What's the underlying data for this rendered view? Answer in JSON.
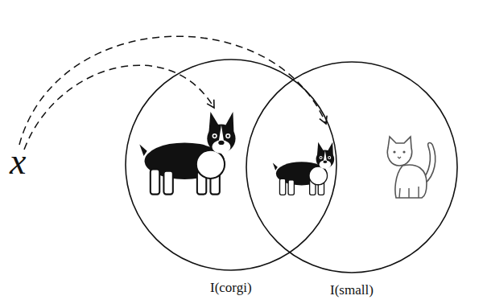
{
  "diagram": {
    "nodes": [
      {
        "text": [
          "I(corgi)"
        ]
      },
      {
        "text": [
          "I(small)"
        ]
      }
    ],
    "labels": [
      "x"
    ]
  }
}
